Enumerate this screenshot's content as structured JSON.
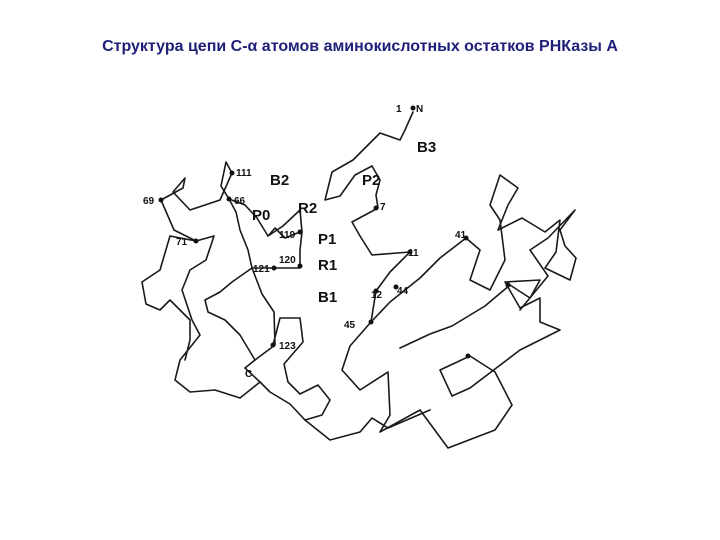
{
  "title": "Структура цепи С-α атомов аминокислотных остатков РНКазы А",
  "residues": [
    {
      "id": "n-term",
      "text": "1"
    },
    {
      "id": "n-term-letter",
      "text": "N"
    },
    {
      "id": "res-111",
      "text": "111"
    },
    {
      "id": "res-69",
      "text": "69"
    },
    {
      "id": "res-66",
      "text": "66"
    },
    {
      "id": "res-71",
      "text": "71"
    },
    {
      "id": "res-119",
      "text": "119"
    },
    {
      "id": "res-120",
      "text": "120"
    },
    {
      "id": "res-121",
      "text": "121"
    },
    {
      "id": "res-123",
      "text": "123"
    },
    {
      "id": "c-term",
      "text": "C"
    },
    {
      "id": "res-7",
      "text": "7"
    },
    {
      "id": "res-11",
      "text": "11"
    },
    {
      "id": "res-41",
      "text": "41"
    },
    {
      "id": "res-12",
      "text": "12"
    },
    {
      "id": "res-44",
      "text": "44"
    },
    {
      "id": "res-45",
      "text": "45"
    }
  ],
  "sites": [
    {
      "id": "B3",
      "text": "B3"
    },
    {
      "id": "B2",
      "text": "B2"
    },
    {
      "id": "P2",
      "text": "P2"
    },
    {
      "id": "P0",
      "text": "P0"
    },
    {
      "id": "R2",
      "text": "R2"
    },
    {
      "id": "P1",
      "text": "P1"
    },
    {
      "id": "R1",
      "text": "R1"
    },
    {
      "id": "B1",
      "text": "B1"
    }
  ]
}
